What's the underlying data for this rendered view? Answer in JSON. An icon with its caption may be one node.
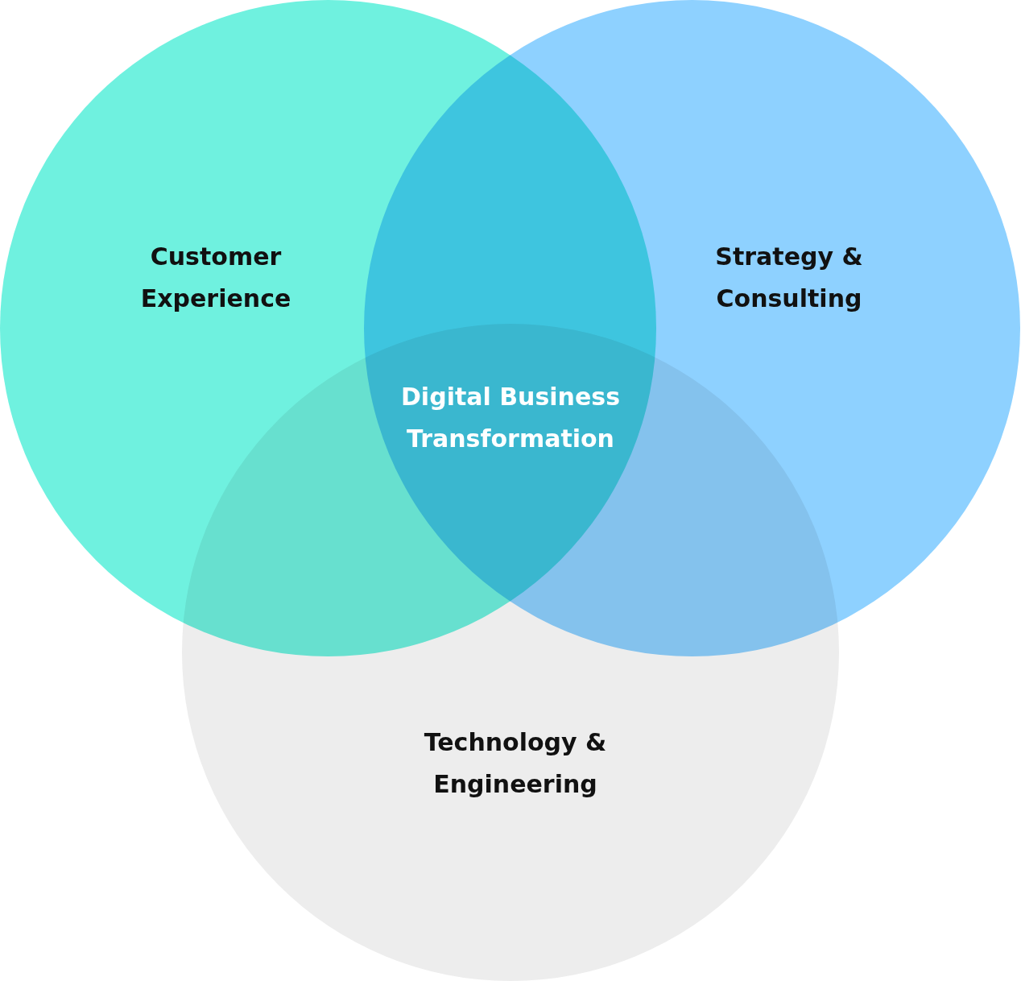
{
  "diagram": {
    "nodes": [
      {
        "text": [
          "Customer Experience"
        ]
      },
      {
        "text": [
          "Strategy & Consulting"
        ]
      },
      {
        "text": [
          "Technology & Engineering"
        ]
      }
    ],
    "edges": [],
    "labels": [
      "Digital Business Transformation"
    ]
  }
}
